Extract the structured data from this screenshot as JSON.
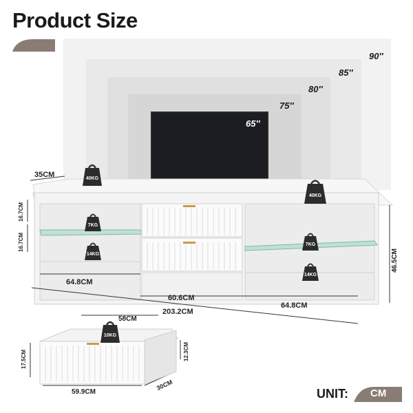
{
  "title": "Product Size",
  "tv_sizes": [
    "90″",
    "85″",
    "80″",
    "75″",
    "65″"
  ],
  "weights": {
    "top_left": "40KG",
    "top_right": "40KG",
    "shelf_upper_left": "7KG",
    "shelf_lower_left": "14KG",
    "shelf_upper_right": "7KG",
    "shelf_lower_right": "14KG",
    "drawer": "10KG"
  },
  "dimensions": {
    "depth": "35CM",
    "shelf_height_upper": "16.7CM",
    "shelf_height_lower": "16.7CM",
    "total_height": "46.5CM",
    "left_width": "64.8CM",
    "middle_width": "60.6CM",
    "right_width": "64.8CM",
    "total_width": "203.2CM",
    "drawer_depth": "58CM",
    "drawer_front_height": "17.5CM",
    "drawer_inner_height": "12.3CM",
    "drawer_width": "59.9CM",
    "drawer_side_depth": "30CM"
  },
  "unit": {
    "label": "UNIT:",
    "value": "CM"
  },
  "colors": {
    "accent": "#8a7b74",
    "glass": "#7fb8a6",
    "shelf": "#f7f7f7"
  }
}
